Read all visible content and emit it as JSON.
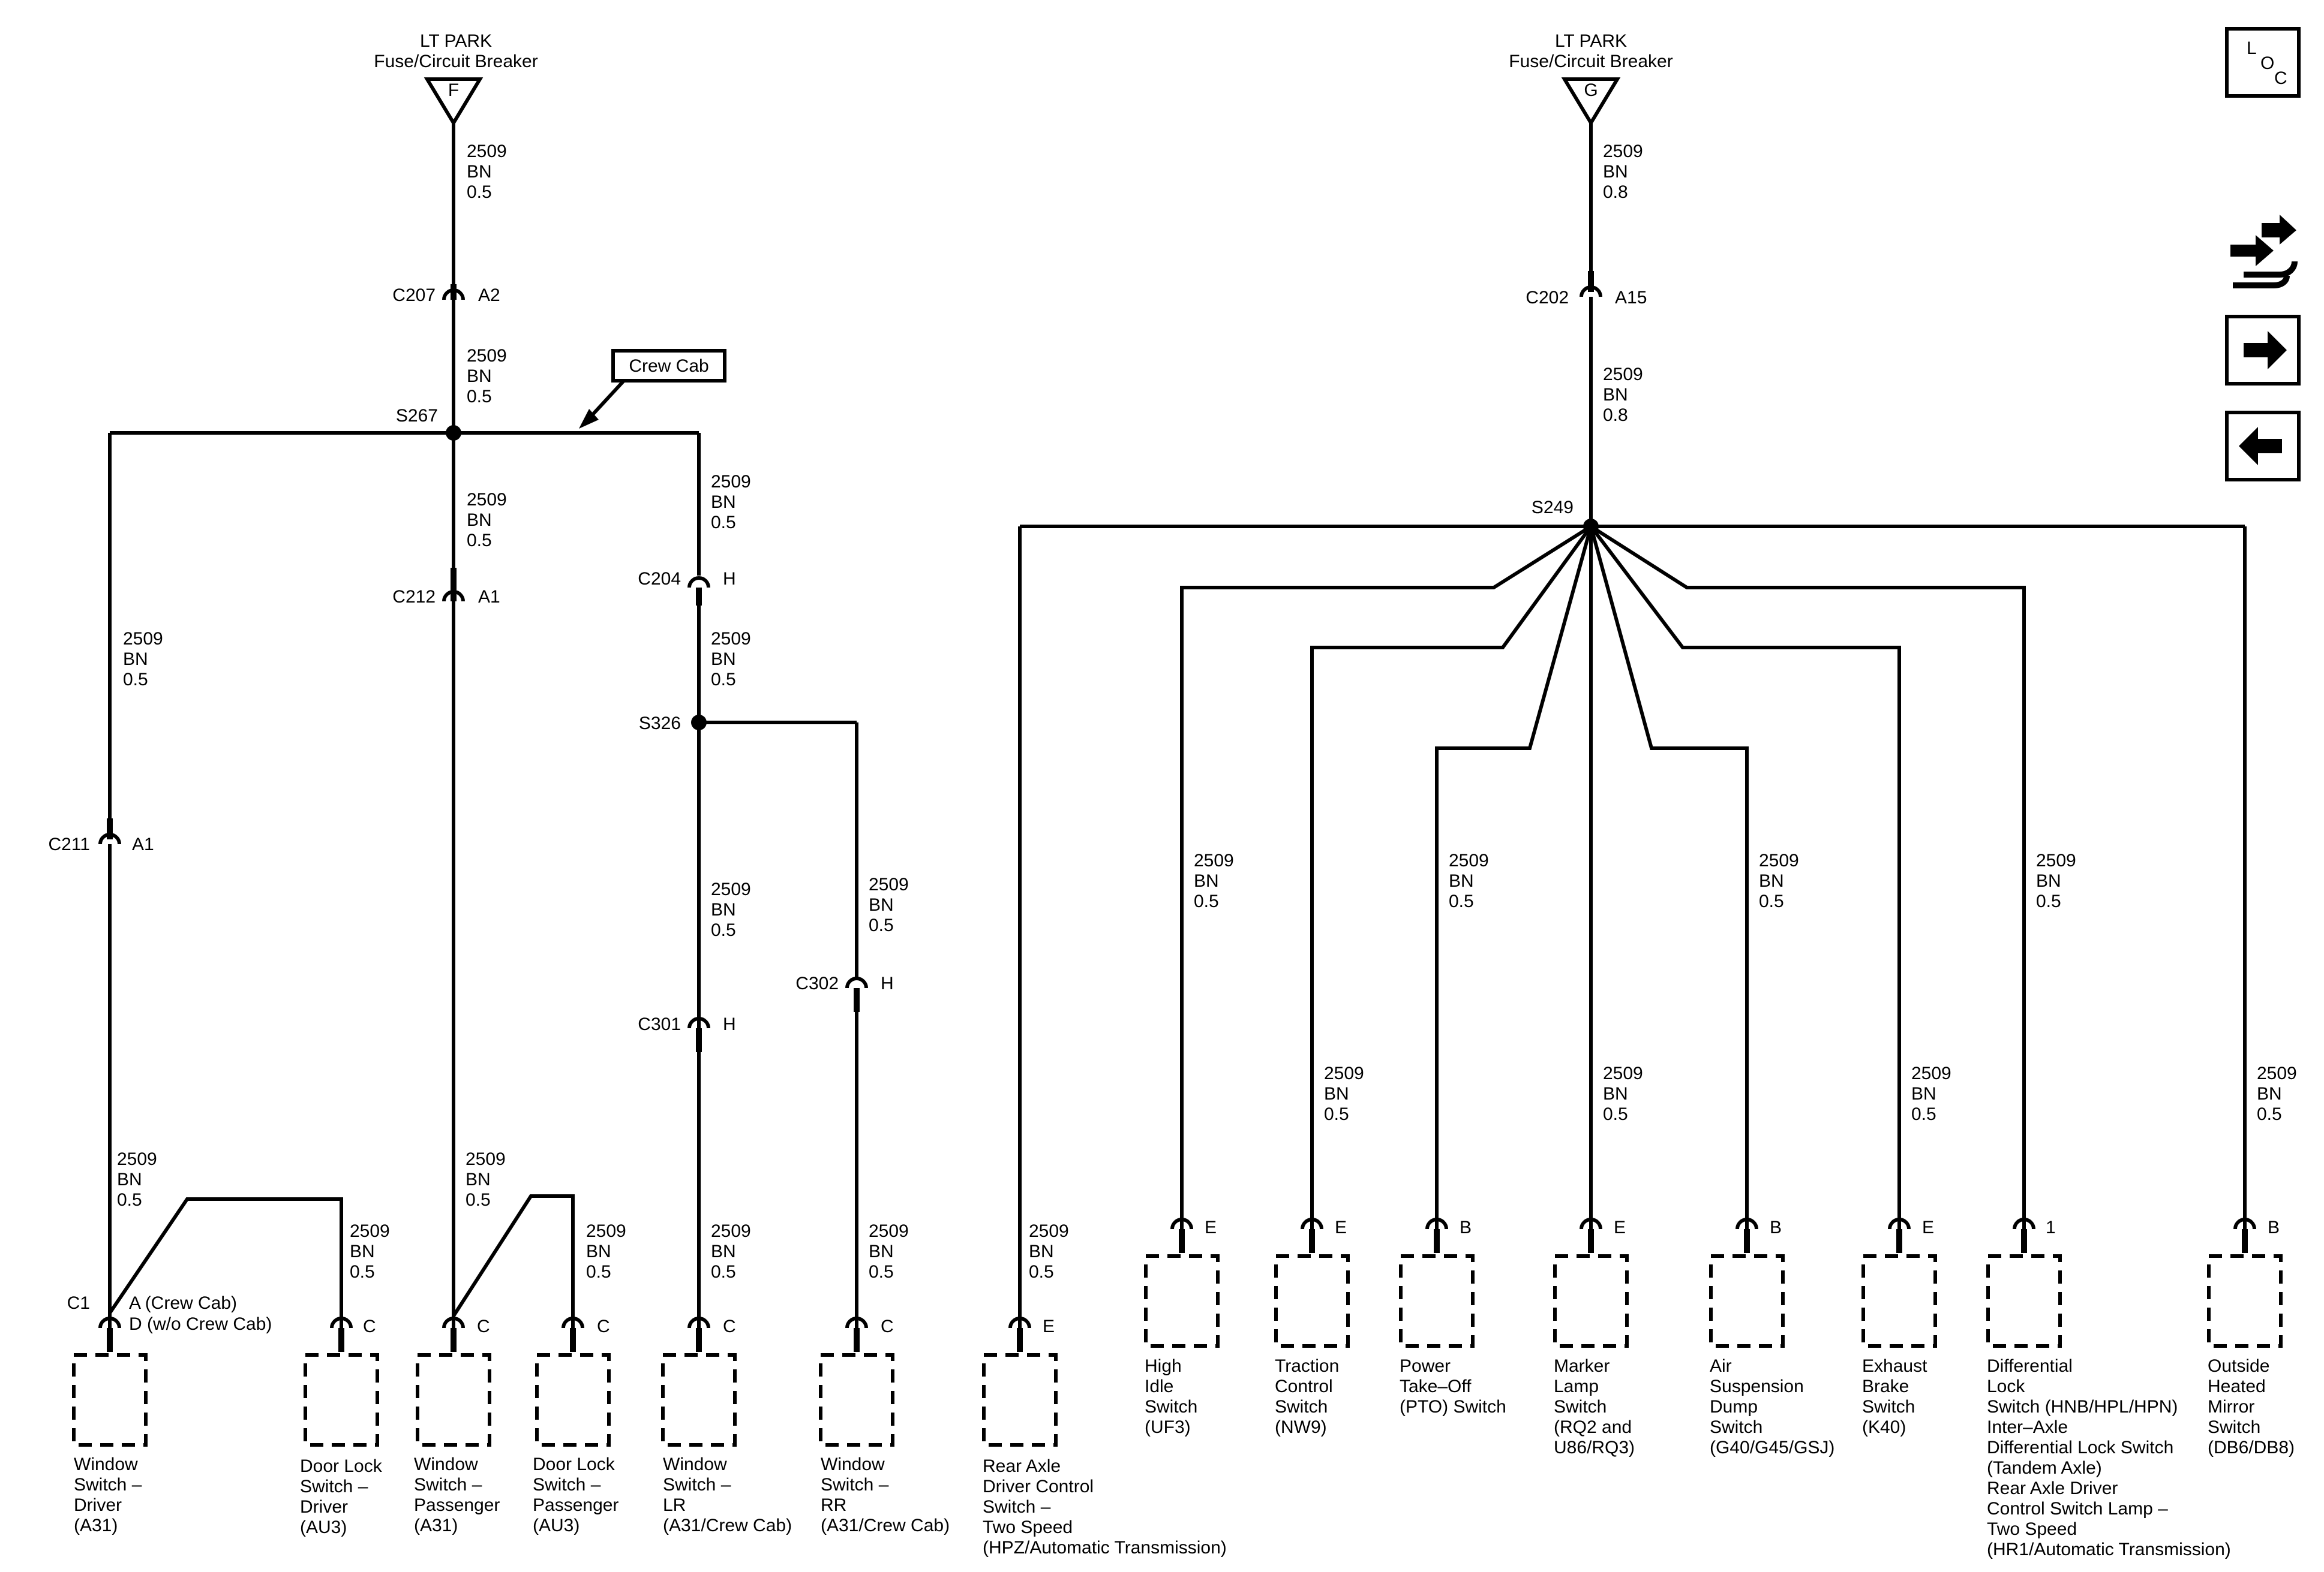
{
  "fuse_left": {
    "title": "LT PARK",
    "subtitle": "Fuse/Circuit Breaker",
    "terminal": "F"
  },
  "fuse_right": {
    "title": "LT PARK",
    "subtitle": "Fuse/Circuit Breaker",
    "terminal": "G"
  },
  "circuit": "2509",
  "color": "BN",
  "size_05": "0.5",
  "size_08": "0.8",
  "connectors": {
    "c207": "C207",
    "a2": "A2",
    "c212": "C212",
    "a1": "A1",
    "c204": "C204",
    "h": "H",
    "c211": "C211",
    "c301": "C301",
    "c302": "C302",
    "c202": "C202",
    "a15": "A15",
    "c1": "C1",
    "c1_a": "A (Crew Cab)",
    "c1_d": "D (w/o Crew Cab)",
    "c": "C",
    "e": "E",
    "b": "B",
    "one": "1"
  },
  "splices": {
    "s267": "S267",
    "s326": "S326",
    "s249": "S249"
  },
  "note": "Crew Cab",
  "components": {
    "win_drv": [
      "Window",
      "Switch –",
      "Driver",
      "(A31)"
    ],
    "lock_drv": [
      "Door Lock",
      "Switch –",
      "Driver",
      "(AU3)"
    ],
    "win_pass": [
      "Window",
      "Switch –",
      "Passenger",
      "(A31)"
    ],
    "lock_pass": [
      "Door Lock",
      "Switch –",
      "Passenger",
      "(AU3)"
    ],
    "win_lr": [
      "Window",
      "Switch –",
      "LR",
      "(A31/Crew Cab)"
    ],
    "win_rr": [
      "Window",
      "Switch –",
      "RR",
      "(A31/Crew Cab)"
    ],
    "rear_axle": [
      "Rear Axle",
      "Driver Control",
      "Switch –",
      "Two Speed",
      "(HPZ/Automatic Transmission)"
    ],
    "high_idle": [
      "High",
      "Idle",
      "Switch",
      "(UF3)"
    ],
    "traction": [
      "Traction",
      "Control",
      "Switch",
      "(NW9)"
    ],
    "pto": [
      "Power",
      "Take–Off",
      "(PTO) Switch"
    ],
    "marker": [
      "Marker",
      "Lamp",
      "Switch",
      "(RQ2 and",
      "U86/RQ3)"
    ],
    "air_susp": [
      "Air",
      "Suspension",
      "Dump",
      "Switch",
      "(G40/G45/GSJ)"
    ],
    "exhaust": [
      "Exhaust",
      "Brake",
      "Switch",
      "(K40)"
    ],
    "diff_lock": [
      "Differential",
      "Lock",
      "Switch (HNB/HPL/HPN)",
      "Inter–Axle",
      "Differential Lock Switch",
      "(Tandem Axle)",
      "Rear Axle Driver",
      "Control Switch Lamp –",
      "Two Speed",
      "(HR1/Automatic Transmission)"
    ],
    "mirror": [
      "Outside",
      "Heated",
      "Mirror",
      "Switch",
      "(DB6/DB8)"
    ]
  },
  "loc": {
    "l": "L",
    "o": "O",
    "c": "C"
  },
  "icons": [
    "loc-icon",
    "wrench-arrows-icon",
    "arrow-right-icon",
    "arrow-left-icon"
  ]
}
